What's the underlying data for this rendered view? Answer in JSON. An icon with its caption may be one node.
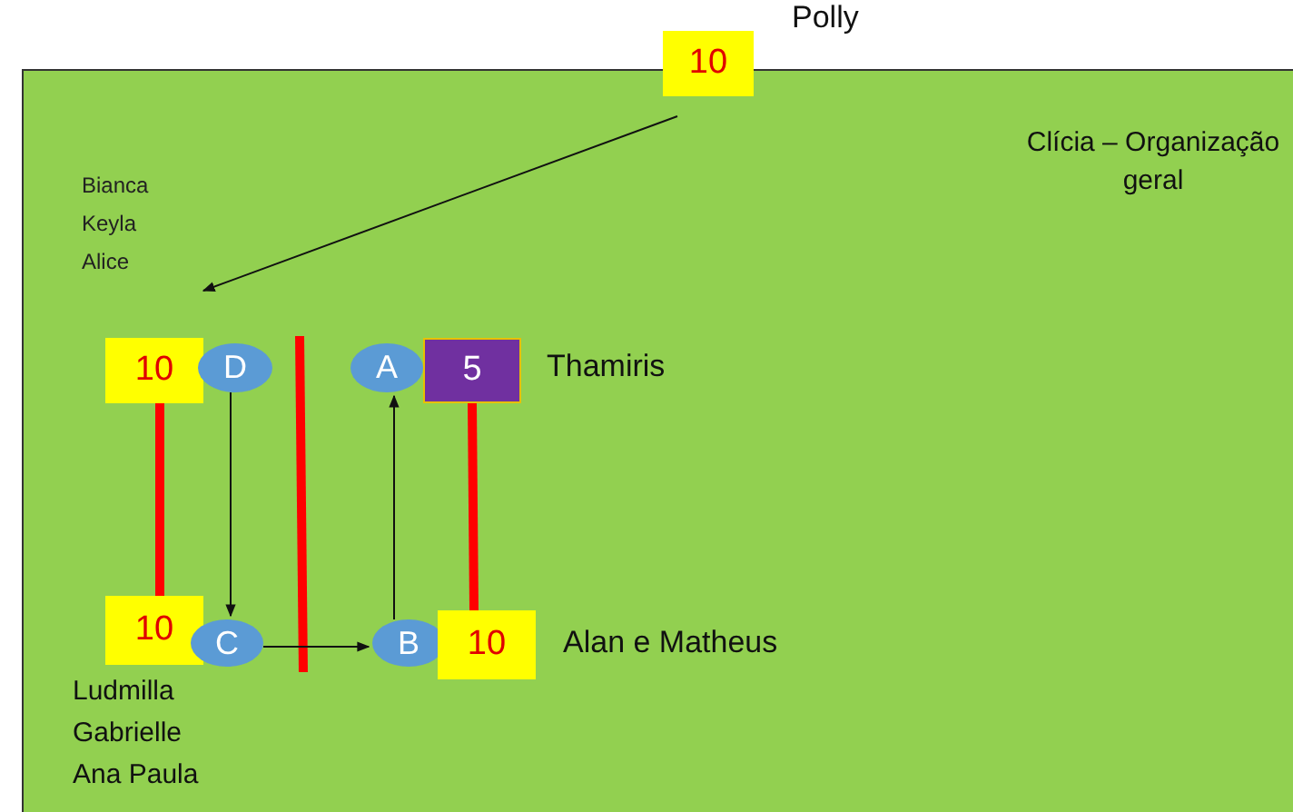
{
  "diagram": {
    "nodes": [
      {
        "text": [
          "10"
        ],
        "beside": [
          "Polly"
        ]
      },
      {
        "text": [
          "Bianca Keyla Alice"
        ]
      },
      {
        "text": [
          "10"
        ]
      },
      {
        "text": [
          "D"
        ]
      },
      {
        "text": [
          "A"
        ]
      },
      {
        "text": [
          "5"
        ],
        "beside": [
          "Thamiris"
        ]
      },
      {
        "text": [
          "10"
        ],
        "beside": [
          "Ludmilla Gabrielle Ana Paula"
        ]
      },
      {
        "text": [
          "C"
        ]
      },
      {
        "text": [
          "B"
        ]
      },
      {
        "text": [
          "10"
        ],
        "beside": [
          "Alan e Matheus"
        ]
      }
    ],
    "edges": [
      {
        "from": 0,
        "to": 1,
        "arrow": "to"
      },
      {
        "from": 3,
        "to": 7,
        "arrow": "to"
      },
      {
        "from": 7,
        "to": 8,
        "arrow": "to"
      },
      {
        "from": 8,
        "to": 4,
        "arrow": "to"
      },
      {
        "from": 2,
        "to": 6,
        "arrow": "none",
        "style": "thick",
        "color": "#ff0000"
      },
      {
        "from": 5,
        "to": 9,
        "arrow": "none",
        "style": "thick",
        "color": "#ff0000"
      }
    ],
    "labels": [
      "Clícia – Organização geral"
    ]
  }
}
